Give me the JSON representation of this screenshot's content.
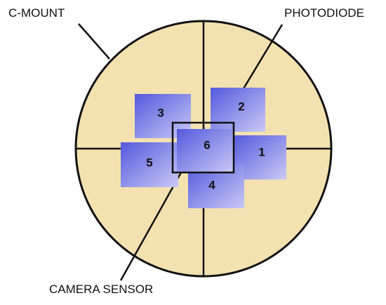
{
  "labels": {
    "c_mount": "C-MOUNT",
    "photodiode": "PHOTODIODE",
    "camera_sensor": "CAMERA SENSOR"
  },
  "tiles": [
    {
      "id": "1",
      "label": "1"
    },
    {
      "id": "2",
      "label": "2"
    },
    {
      "id": "3",
      "label": "3"
    },
    {
      "id": "4",
      "label": "4"
    },
    {
      "id": "5",
      "label": "5"
    },
    {
      "id": "6",
      "label": "6"
    }
  ],
  "colors": {
    "mount_fill": "#f3e2b0",
    "outline": "#111111",
    "tile_dark": "#5a5ee0",
    "tile_light": "#c8c8f4"
  }
}
